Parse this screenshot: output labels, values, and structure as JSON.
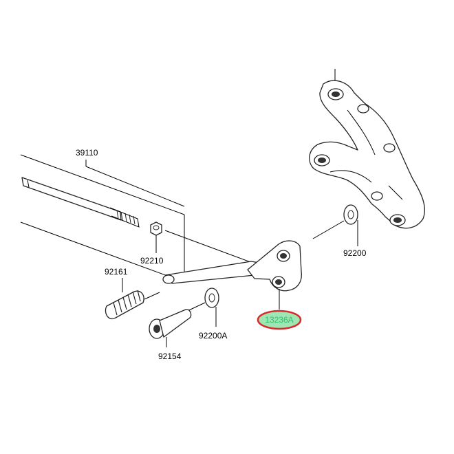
{
  "diagram": {
    "labels": {
      "p39110": "39110",
      "p92210": "92210",
      "p92161": "92161",
      "p92154": "92154",
      "p92200A": "92200A",
      "p92200": "92200",
      "p13236A": "13236A"
    },
    "highlight": {
      "part": "13236A",
      "ring_color": "#d62b2b",
      "fill_color": "#9ee6b4",
      "text_color": "#2fc06a"
    }
  }
}
